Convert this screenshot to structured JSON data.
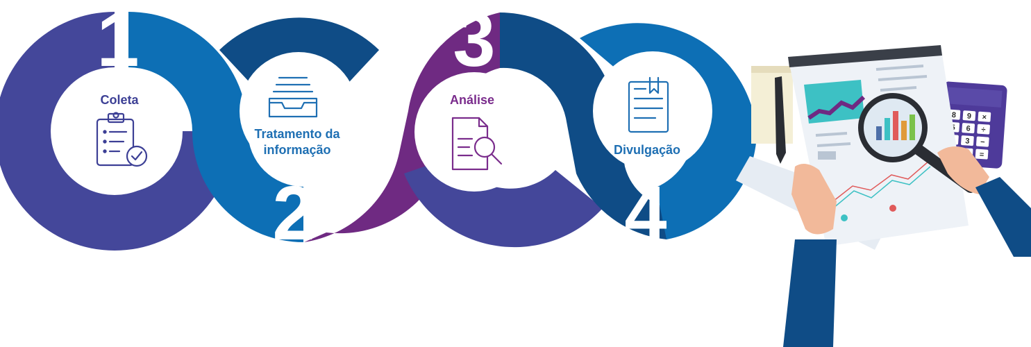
{
  "steps": [
    {
      "number": "1",
      "label_lines": [
        "Coleta"
      ],
      "icon": "clipboard-checklist-icon"
    },
    {
      "number": "2",
      "label_lines": [
        "Tratamento da",
        "informação"
      ],
      "icon": "file-tray-icon"
    },
    {
      "number": "3",
      "label_lines": [
        "Análise"
      ],
      "icon": "document-search-icon"
    },
    {
      "number": "4",
      "label_lines": [
        "Divulgação"
      ],
      "icon": "report-document-icon"
    }
  ],
  "illustration": {
    "calculator_keys": [
      "8",
      "9",
      "×",
      "5",
      "6",
      "÷",
      "2",
      "3",
      "−",
      "+",
      "="
    ]
  },
  "colors": {
    "purple_indigo": "#44479a",
    "blue_bright": "#0d6fb5",
    "blue_dark": "#0f4c86",
    "magenta_purple": "#6f2a82",
    "label_blue": "#1e6fb3",
    "label_indigo": "#3c3f95",
    "label_purple": "#7a2c8c"
  }
}
